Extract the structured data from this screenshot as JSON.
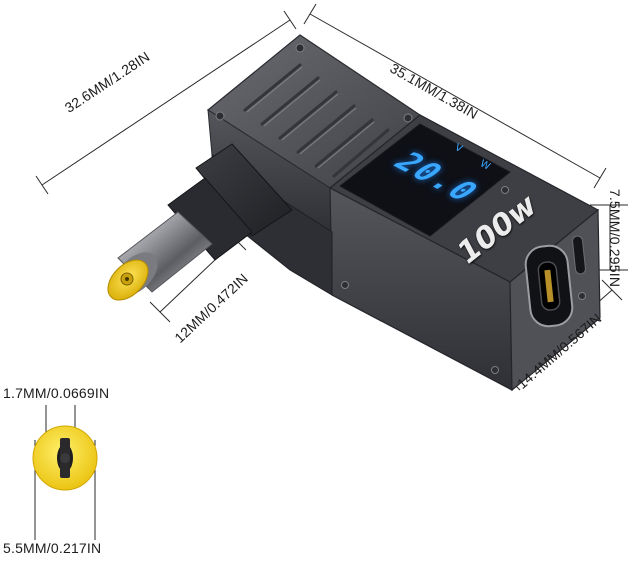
{
  "dimensions": {
    "length_top_left": "32.6MM/1.28IN",
    "length_top_right": "35.1MM/1.38IN",
    "height_right": "7.5MM/0.295IN",
    "width_bottom_right": "14.4MM/0.567IN",
    "pin_length": "12MM/0.472IN",
    "inner_diameter": "1.7MM/0.0669IN",
    "outer_diameter": "5.5MM/0.217IN"
  },
  "product": {
    "power_rating": "100w",
    "display_readout": "20.0",
    "display_unit_v": "V",
    "display_unit_w": "W"
  },
  "colors": {
    "body": "#4b4c52",
    "body_dark": "#2e2f34",
    "screen": "#0e1016",
    "screen_digits": "#3aa7ff",
    "tip": "#f2cd1a"
  }
}
